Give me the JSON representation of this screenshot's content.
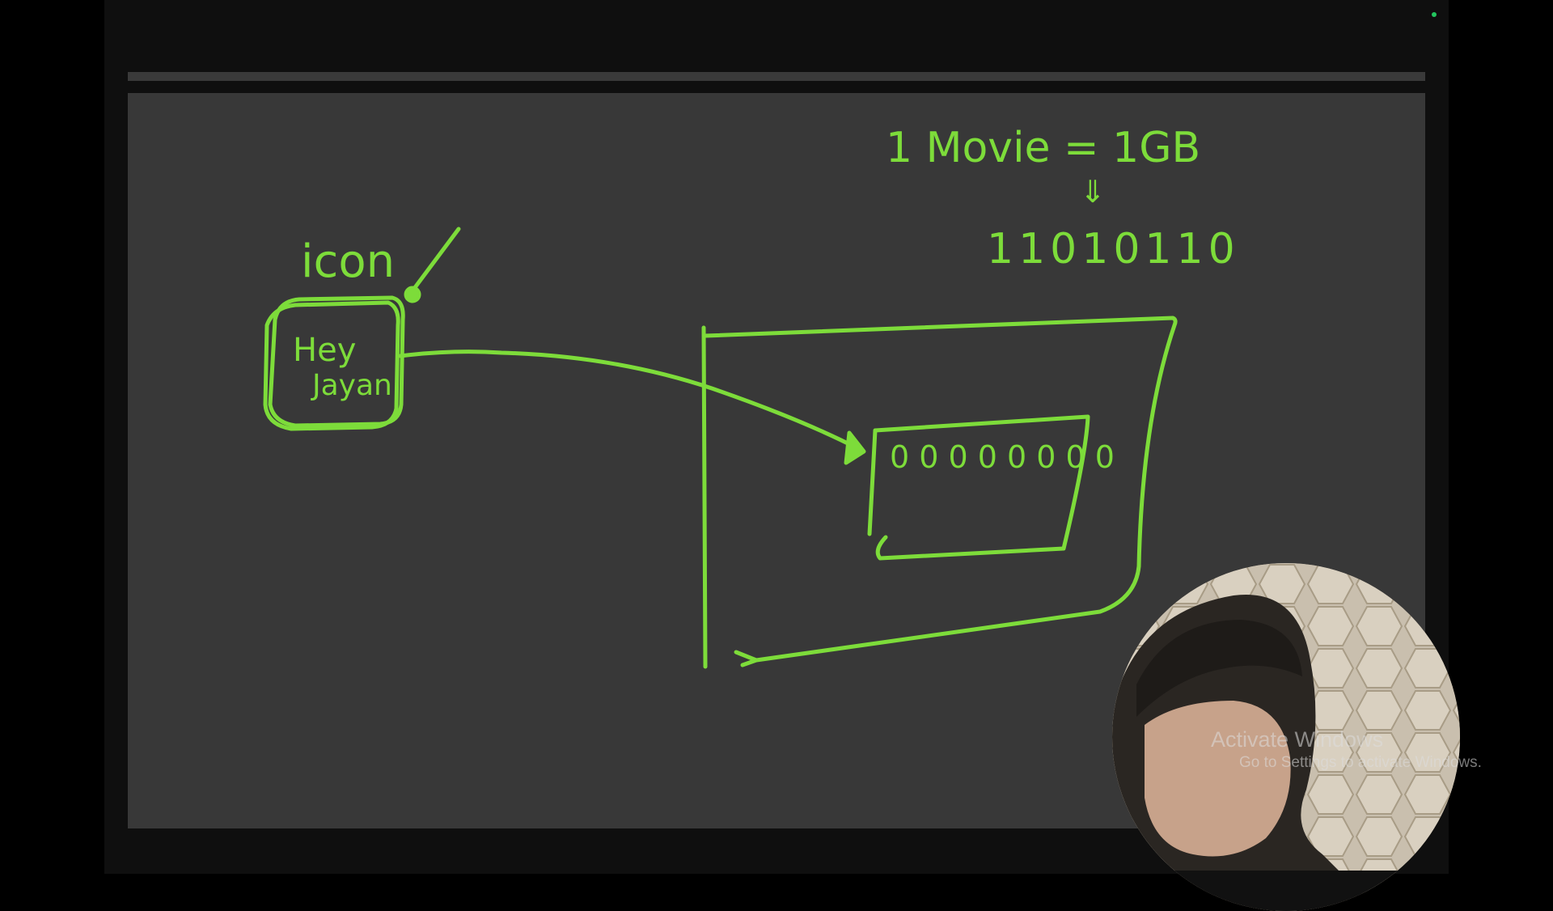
{
  "whiteboard": {
    "ink_color": "#7ddc3a",
    "board_color": "#383838",
    "labels": {
      "icon": "icon",
      "note_line1": "Hey",
      "note_line2": "Jayan",
      "movie": "1 Movie = 1GB",
      "arrow_down": "⇓",
      "binary": "11010110",
      "memory_bits": "0 0 0 0 0 0 0 0"
    }
  },
  "webcam": {
    "icon": "presenter-video"
  },
  "watermark": {
    "title": "Activate Windows",
    "subtitle": "Go to Settings to activate Windows."
  },
  "status": {
    "recording_color": "#22c55e"
  }
}
